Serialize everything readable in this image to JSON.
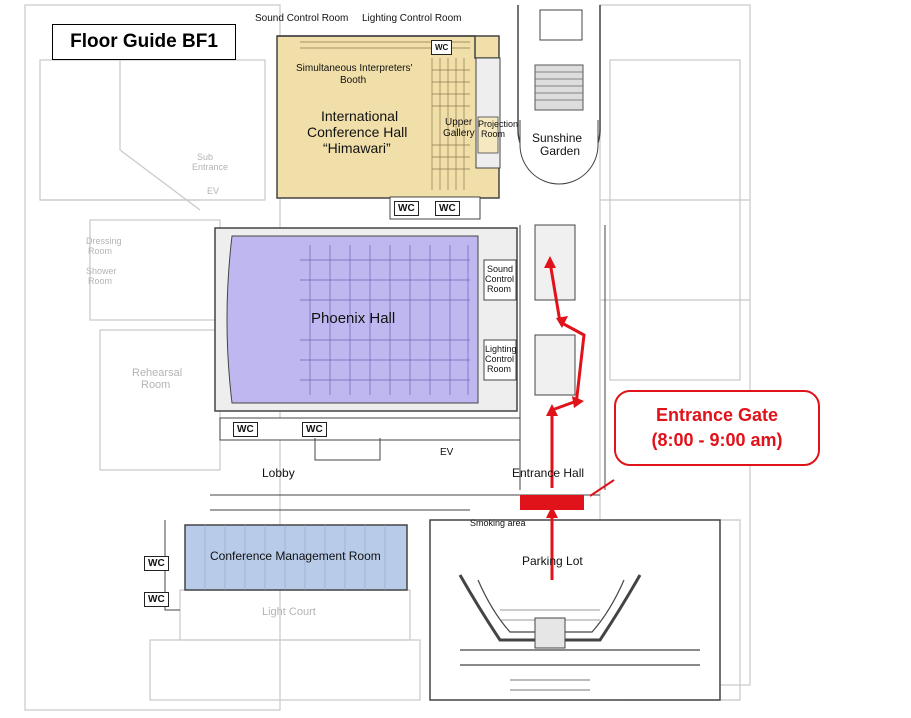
{
  "title": "Floor Guide BF1",
  "callout": {
    "line1": "Entrance Gate",
    "line2": "(8:00 - 9:00 am)"
  },
  "colors": {
    "accent": "#e0121a",
    "international_hall": "#f1dfaa",
    "phoenix_hall": "#bfb8f0",
    "conference_room": "#b8cbe8",
    "outline": "#444444",
    "faint_building": "#c8c8c8"
  },
  "labels": {
    "sound_control_top": "Sound Control Room",
    "lighting_control_top": "Lighting Control Room",
    "interpreters": "Simultaneous Interpreters'",
    "booth": "Booth",
    "intl_hall_1": "International",
    "intl_hall_2": "Conference Hall",
    "intl_hall_3": "“Himawari”",
    "upper": "Upper",
    "gallery": "Gallery",
    "projection": "Projection",
    "projection_room": "Room",
    "sunshine": "Sunshine",
    "garden": "Garden",
    "phoenix": "Phoenix Hall",
    "sound": "Sound",
    "sound_control": "Control",
    "sound_room": "Room",
    "lighting": "Lighting",
    "lighting_control": "Control",
    "lighting_room": "Room",
    "lobby": "Lobby",
    "ev": "EV",
    "entrance_hall": "Entrance Hall",
    "smoking": "Smoking area",
    "parking": "Parking Lot",
    "conference_mgmt": "Conference Management Room",
    "light_court": "Light Court",
    "rehearsal_1": "Rehearsal",
    "rehearsal_2": "Room",
    "dressing_1": "Dressing",
    "dressing_2": "Room",
    "shower_1": "Shower",
    "shower_2": "Room",
    "sub_entrance_1": "Sub",
    "sub_entrance_2": "Entrance",
    "wc": "WC"
  }
}
